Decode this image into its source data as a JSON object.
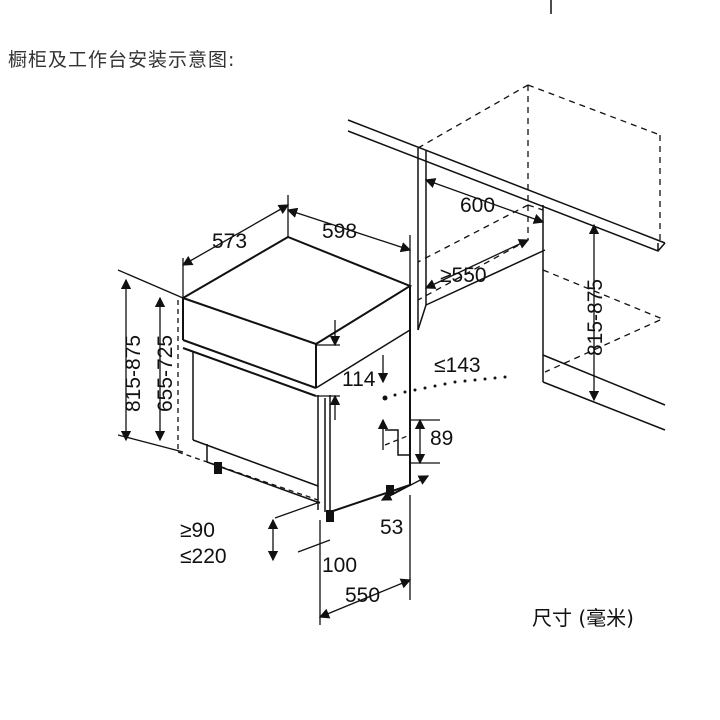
{
  "title": "橱柜及工作台安装示意图:",
  "units_label": "尺寸 (毫米)",
  "dimensions": {
    "depth_573": "573",
    "width_598": "598",
    "niche_width_600": "600",
    "niche_depth_550": "≥550",
    "height_815_875_left": "815-875",
    "height_655_725": "655-725",
    "height_815_875_right": "815-875",
    "panel_114": "114",
    "offset_143": "≤143",
    "plinth_89": "89",
    "plinth_min_90": "≥90",
    "plinth_max_220": "≤220",
    "foot_53": "53",
    "foot_100": "100",
    "depth_550": "550"
  },
  "colors": {
    "line": "#111111",
    "text": "#111111"
  }
}
